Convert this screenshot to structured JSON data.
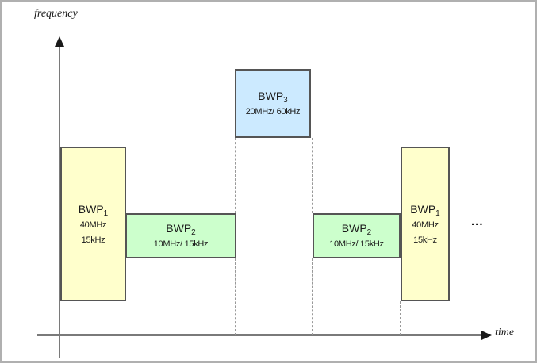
{
  "axes": {
    "y_label": "frequency",
    "x_label": "time",
    "axis_color": "#7a7a7a",
    "arrow_color": "#1a1a1a"
  },
  "ellipsis": "...",
  "colors": {
    "bwp1_fill": "#ffffcc",
    "bwp2_fill": "#ccffcc",
    "bwp3_fill": "#cceaff",
    "box_border": "#555555",
    "dashed_line": "#999999"
  },
  "boxes": [
    {
      "name": "BWP",
      "sub": "1",
      "line1": "40MHz",
      "line2": "15kHz"
    },
    {
      "name": "BWP",
      "sub": "2",
      "line1": "10MHz/ 15kHz",
      "line2": ""
    },
    {
      "name": "BWP",
      "sub": "3",
      "line1": "20MHz/ 60kHz",
      "line2": ""
    },
    {
      "name": "BWP",
      "sub": "2",
      "line1": "10MHz/ 15kHz",
      "line2": ""
    },
    {
      "name": "BWP",
      "sub": "1",
      "line1": "40MHz",
      "line2": "15kHz"
    }
  ]
}
